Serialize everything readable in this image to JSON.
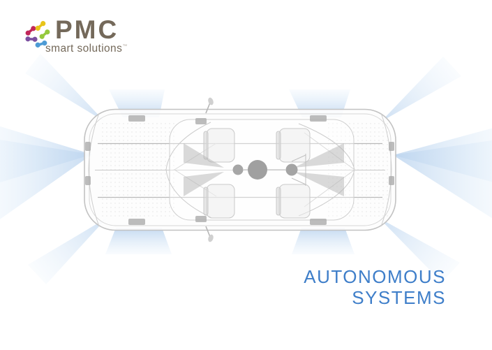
{
  "brand": {
    "name": "PMC",
    "tagline": "smart solutions",
    "trademark": "™",
    "text_color": "#74695a",
    "logo_colors": {
      "yellow": "#e8c419",
      "green": "#95c93d",
      "blue": "#4d9bd5",
      "purple": "#7b4fa0",
      "magenta": "#c0275a"
    }
  },
  "title": {
    "line1": "AUTONOMOUS",
    "line2": "SYSTEMS",
    "color": "#3e7ec9"
  },
  "illustration": {
    "subject": "car-top-view-wireframe",
    "beam_color_core": "#bdd5ef",
    "beam_color_soft": "#dcebf9",
    "beams": [
      "beam-left-fan",
      "beam-right-fan",
      "beam-top-left-cone",
      "beam-top-right-cone",
      "beam-bottom-left-cone",
      "beam-bottom-right-cone",
      "beam-corner-top-left",
      "beam-corner-top-right",
      "beam-corner-bottom-left",
      "beam-corner-bottom-right"
    ]
  }
}
